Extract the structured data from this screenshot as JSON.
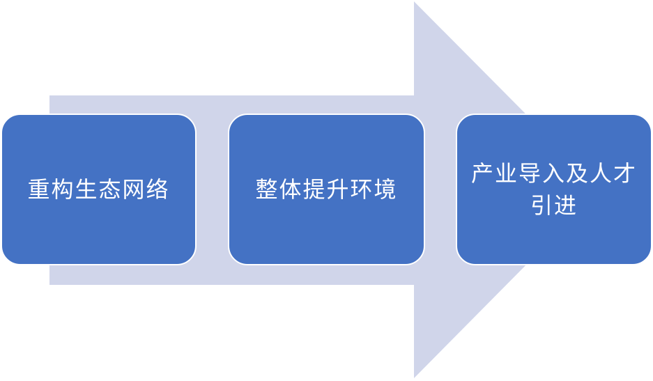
{
  "diagram": {
    "arrow_color": "#d0d5ea",
    "box_color": "#4472c4",
    "box_text_color": "#ffffff",
    "steps": [
      {
        "label": "重构生态网络"
      },
      {
        "label": "整体提升环境"
      },
      {
        "label": "产业导入及人才引进"
      }
    ]
  }
}
